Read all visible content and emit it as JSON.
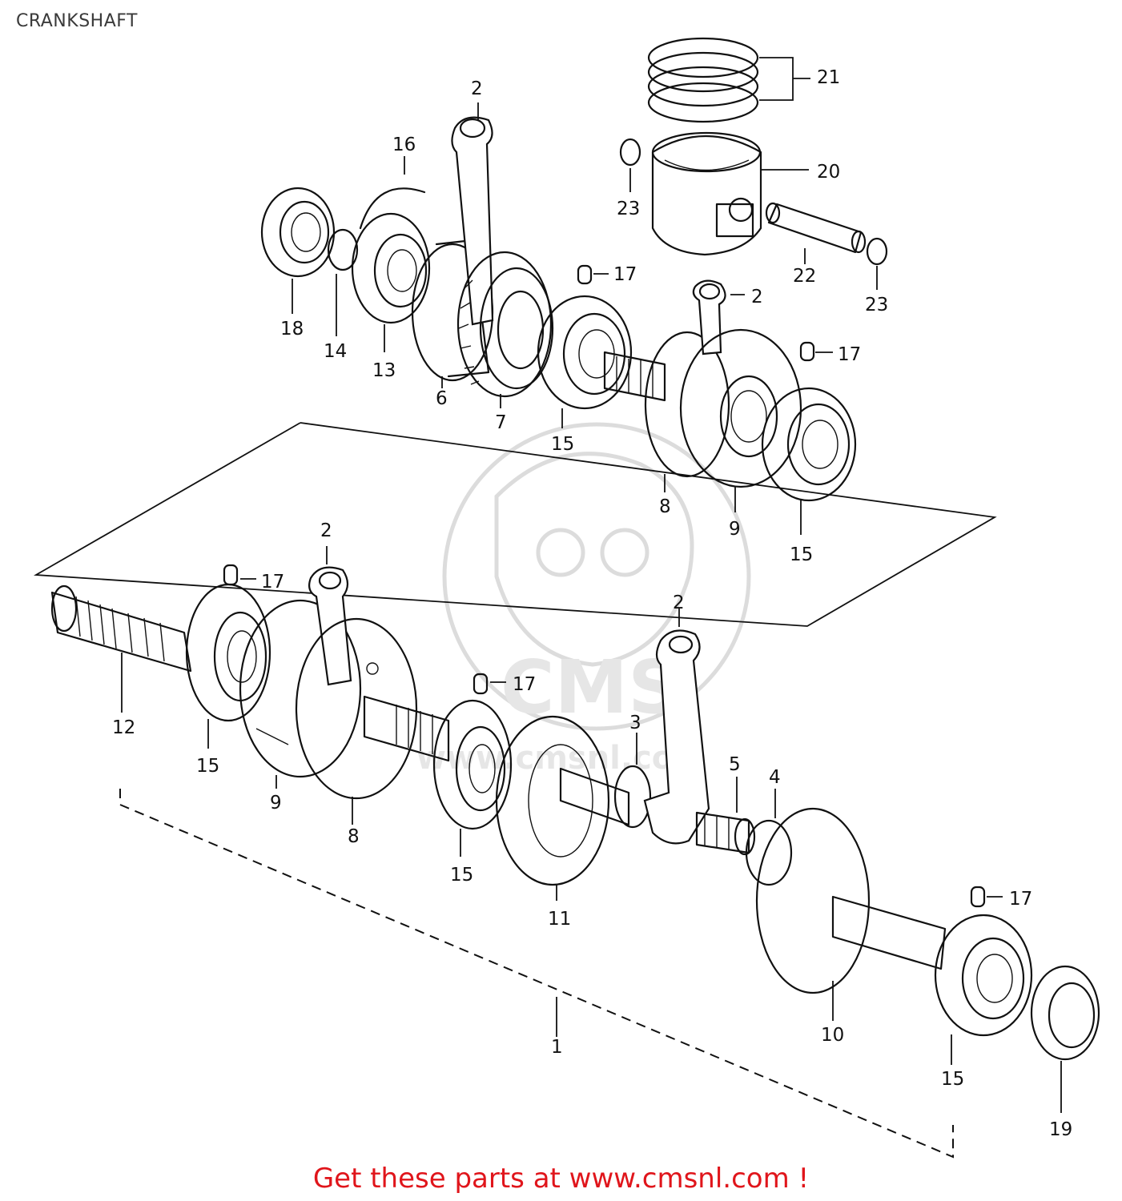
{
  "header": {
    "title": "CRANKSHAFT"
  },
  "watermark": {
    "logo_text": "CMS",
    "url_text": "www.cmsnl.com"
  },
  "footer": {
    "cta": "Get these parts at www.cmsnl.com !",
    "color": "#e0151b"
  },
  "callouts": {
    "c1": "1",
    "c2a": "2",
    "c2b": "2",
    "c2c": "2",
    "c2d": "2",
    "c3": "3",
    "c4": "4",
    "c5": "5",
    "c6": "6",
    "c7": "7",
    "c8a": "8",
    "c8b": "8",
    "c9a": "9",
    "c9b": "9",
    "c10": "10",
    "c11": "11",
    "c12": "12",
    "c13": "13",
    "c14": "14",
    "c15a": "15",
    "c15b": "15",
    "c15c": "15",
    "c15d": "15",
    "c15e": "15",
    "c16": "16",
    "c17a": "17",
    "c17b": "17",
    "c17c": "17",
    "c17d": "17",
    "c17e": "17",
    "c18": "18",
    "c19": "19",
    "c20": "20",
    "c21": "21",
    "c22": "22",
    "c23a": "23",
    "c23b": "23"
  }
}
